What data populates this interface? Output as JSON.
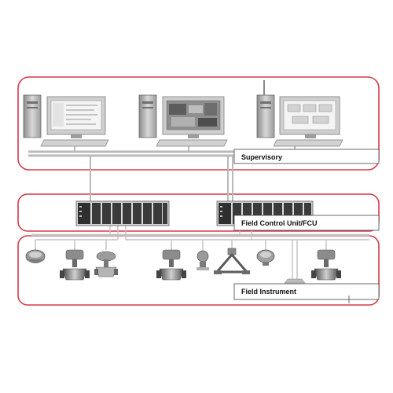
{
  "tiers": {
    "supervisory": {
      "label": "Supervisory"
    },
    "fcu": {
      "label": "Field Control Unit/FCU"
    },
    "field": {
      "label": "Field Instrument"
    }
  },
  "colors": {
    "tier_border": "#d63a4a",
    "bus": "#b9b9b9",
    "label_border": "#444444",
    "device_dark": "#3a3a3a",
    "device_grey": "#9a9a9a"
  },
  "icons": {
    "workstation": "workstation-icon",
    "controller": "io-rack-icon",
    "valve": "control-valve-icon",
    "transmitter": "pressure-transmitter-icon",
    "gauge": "gauge-icon"
  }
}
